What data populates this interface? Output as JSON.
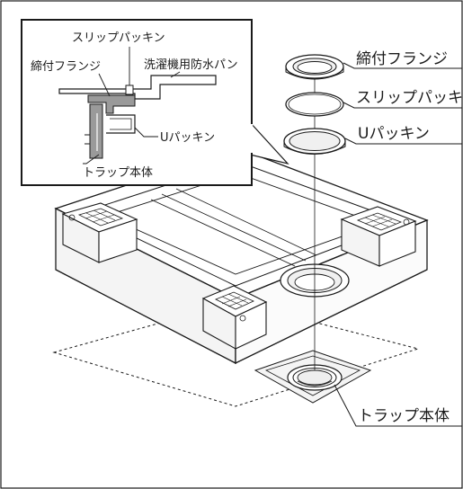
{
  "inset": {
    "slip_packing": "スリップパッキン",
    "fastening_flange": "締付フランジ",
    "washer_pan": "洗濯機用防水パン",
    "u_packing": "Uパッキン",
    "trap_body": "トラップ本体"
  },
  "parts": {
    "fastening_flange": "締付フランジ",
    "slip_packing": "スリップパッキン",
    "u_packing": "Uパッキン",
    "trap_body": "トラップ本体"
  },
  "colors": {
    "line": "#1a1a1a",
    "pan_fill": "#ffffff",
    "pan_side": "#f4f4f4",
    "inset_metal": "#9a9a9a"
  }
}
